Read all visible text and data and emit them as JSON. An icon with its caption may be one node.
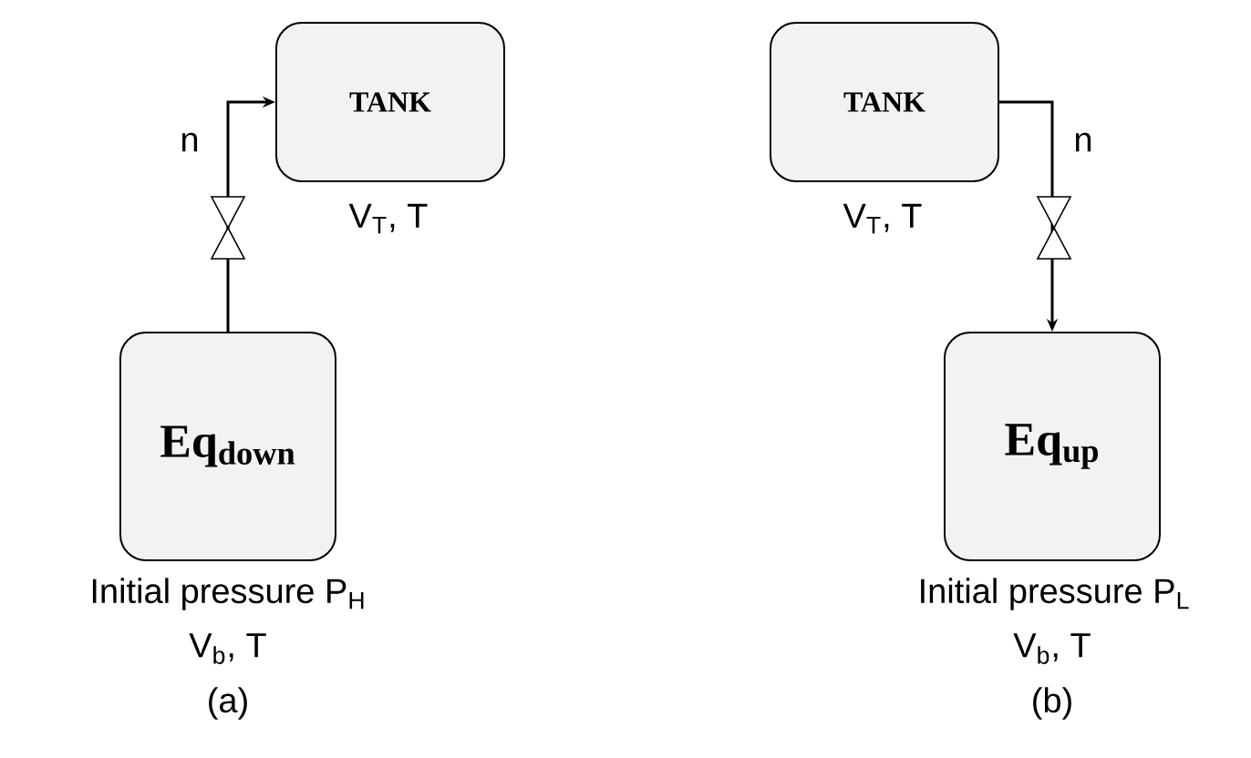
{
  "diagram": {
    "nodes": [
      {
        "text": [
          "TANK"
        ],
        "beside": [
          "V$_{T}$, T"
        ]
      },
      {
        "text": [
          "Eq$_{down}$"
        ],
        "beside": [
          "Initial pressure P$_{H}$",
          "V$_{b}$, T"
        ]
      },
      {
        "text": [
          "TANK"
        ],
        "beside": [
          "V$_{T}$, T"
        ]
      },
      {
        "text": [
          "Eq$_{up}$"
        ],
        "beside": [
          "Initial pressure P$_{L}$",
          "V$_{b}$, T"
        ]
      }
    ],
    "edges": [
      {
        "from": 1,
        "to": 0,
        "arrow": "to",
        "label": "n"
      },
      {
        "from": 2,
        "to": 3,
        "arrow": "to",
        "label": "n"
      }
    ],
    "labels": [
      "(a)",
      "(b)"
    ]
  }
}
